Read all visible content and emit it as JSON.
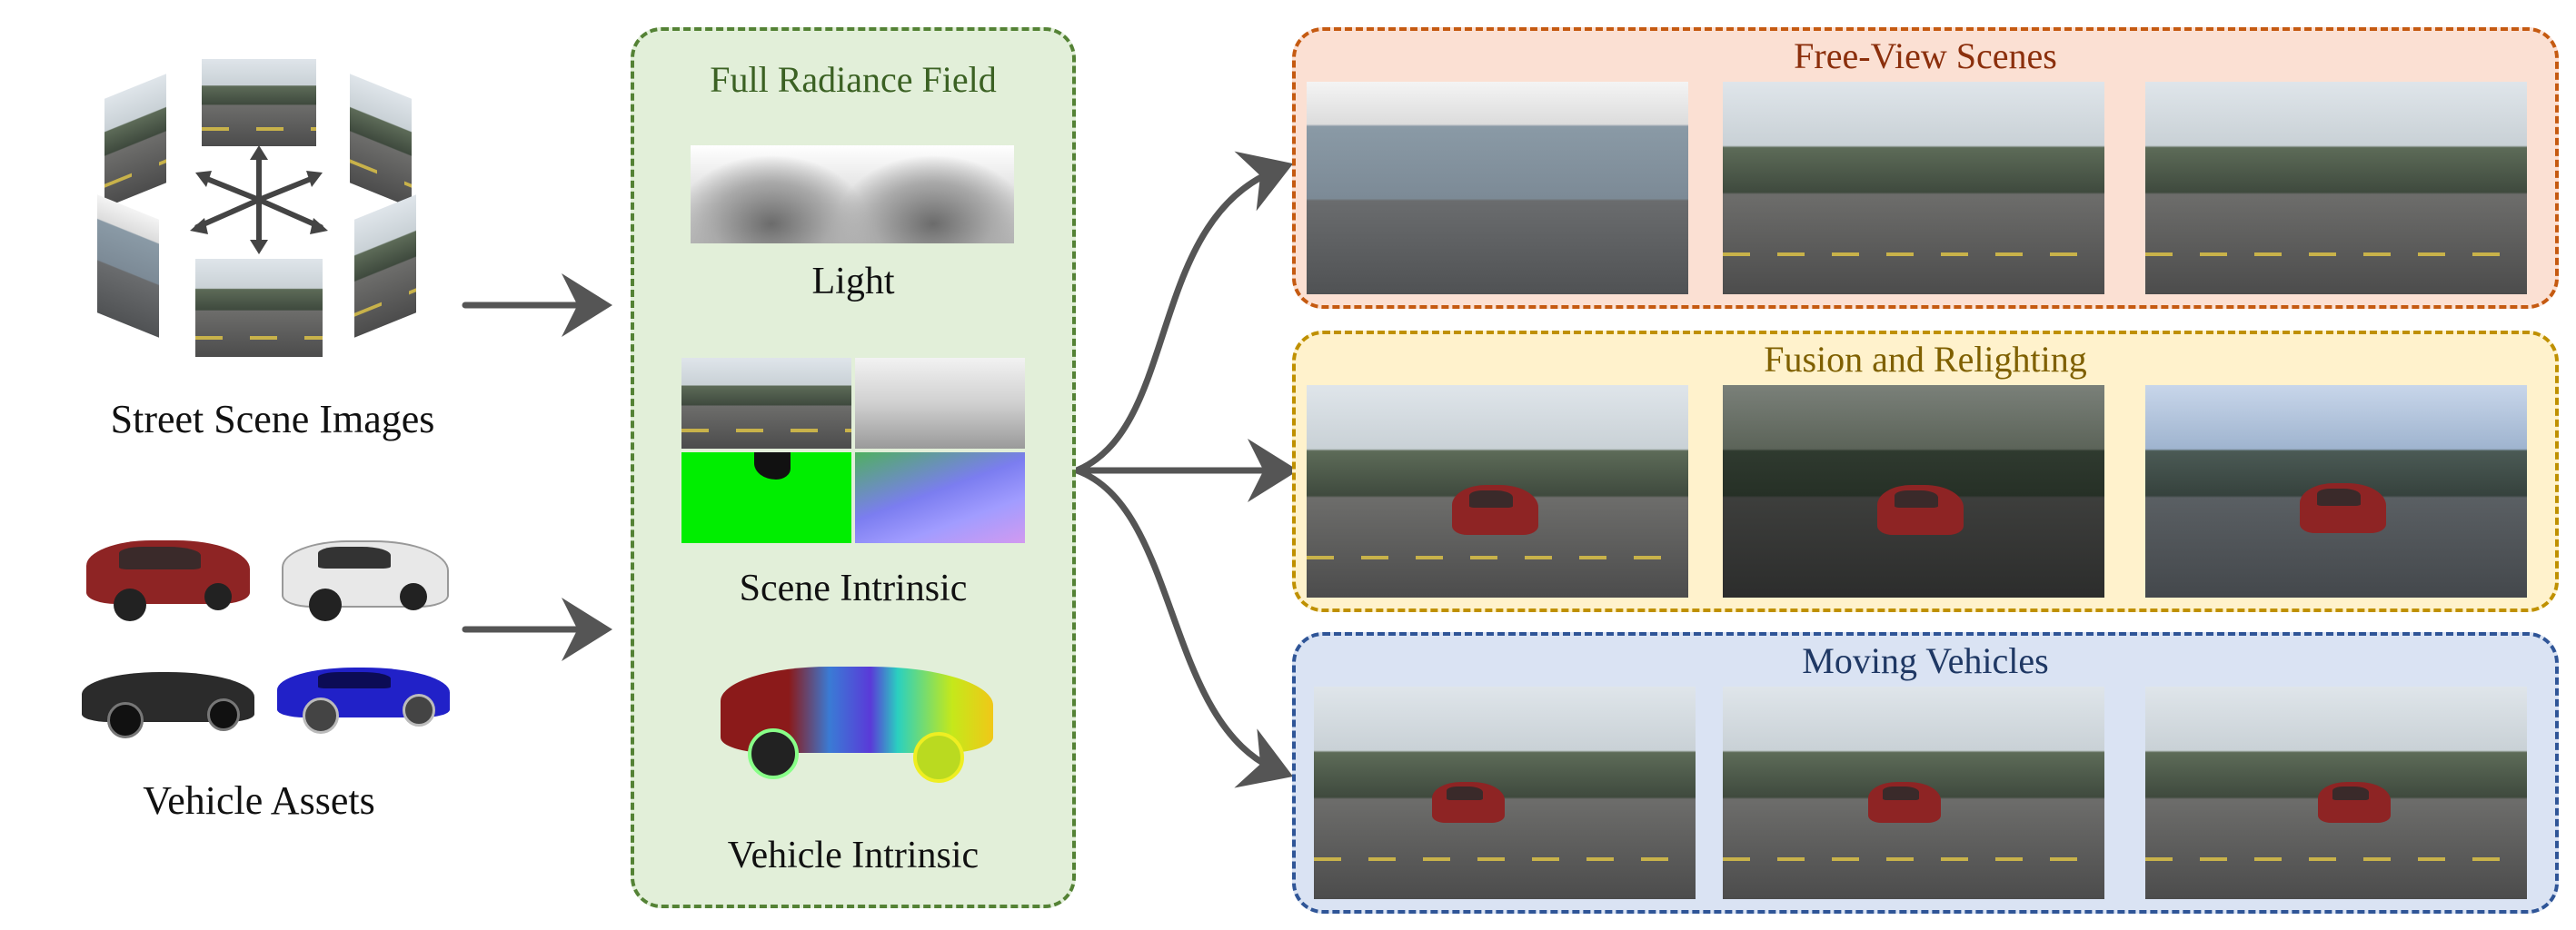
{
  "inputs": {
    "street_images_label": "Street Scene Images",
    "vehicle_assets_label": "Vehicle Assets"
  },
  "radiance_field": {
    "title": "Full Radiance Field",
    "light_label": "Light",
    "scene_intrinsic_label": "Scene Intrinsic",
    "vehicle_intrinsic_label": "Vehicle Intrinsic"
  },
  "outputs": {
    "free_view": {
      "title": "Free-View Scenes"
    },
    "fusion": {
      "title": "Fusion and Relighting"
    },
    "moving": {
      "title": "Moving Vehicles"
    }
  },
  "colors": {
    "arrow": "#555555",
    "radiance_bg": "#e2efd9",
    "radiance_border": "#548235",
    "radiance_title": "#3b6123",
    "free_view_bg": "#fbe0d3",
    "free_view_border": "#c55a11",
    "free_view_title": "#8b2f0c",
    "fusion_bg": "#fff2cc",
    "fusion_border": "#bf9000",
    "fusion_title": "#7f6000",
    "moving_bg": "#dae3f3",
    "moving_border": "#2f5597",
    "moving_title": "#1f3864"
  }
}
